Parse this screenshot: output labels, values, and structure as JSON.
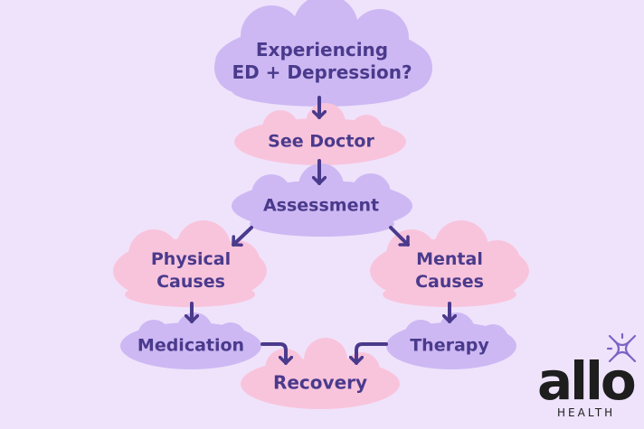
{
  "colors": {
    "background": "#efe3fb",
    "purple_cloud": "#cdb8f3",
    "pink_cloud": "#f8c4dc",
    "text": "#4a3a8c",
    "arrow": "#4a3a8c"
  },
  "nodes": {
    "start": {
      "line1": "Experiencing",
      "line2": "ED + Depression?"
    },
    "doctor": {
      "label": "See Doctor"
    },
    "assessment": {
      "label": "Assessment"
    },
    "physical": {
      "line1": "Physical",
      "line2": "Causes"
    },
    "mental": {
      "line1": "Mental",
      "line2": "Causes"
    },
    "medication": {
      "label": "Medication"
    },
    "therapy": {
      "label": "Therapy"
    },
    "recovery": {
      "label": "Recovery"
    }
  },
  "logo": {
    "word": "allo",
    "sub": "HEALTH"
  }
}
